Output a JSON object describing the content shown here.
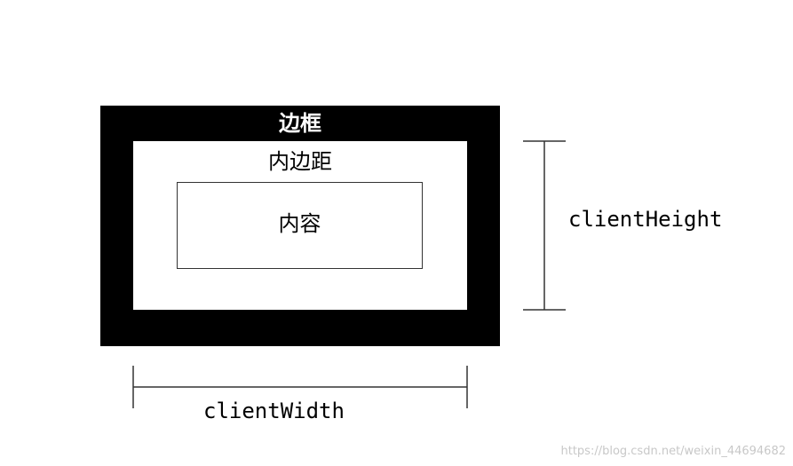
{
  "diagram": {
    "border_label": "边框",
    "padding_label": "内边距",
    "content_label": "内容",
    "client_height_label": "clientHeight",
    "client_width_label": "clientWidth"
  },
  "watermark": "https://blog.csdn.net/weixin_44694682",
  "colors": {
    "border": "#000000",
    "background": "#ffffff",
    "watermark": "#c8c8c8"
  }
}
